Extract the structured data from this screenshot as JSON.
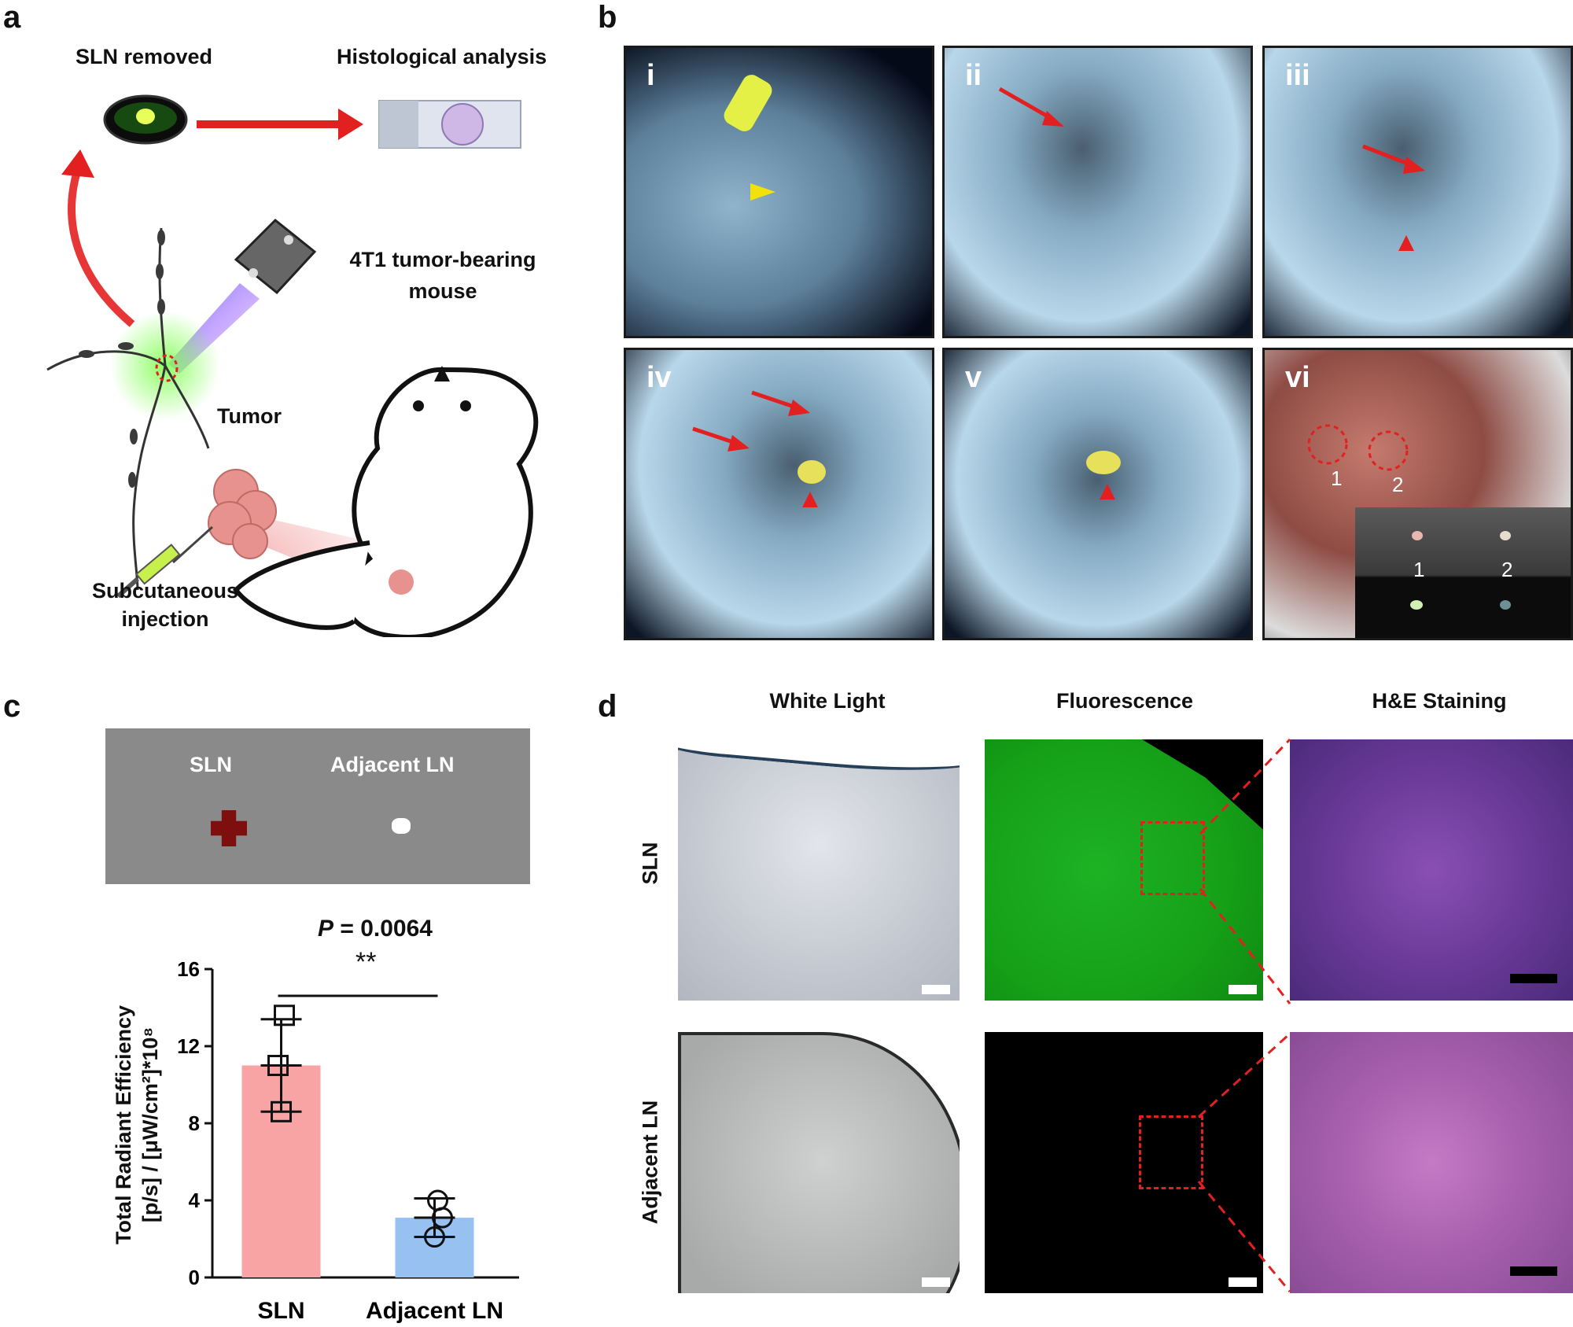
{
  "panels": {
    "a": {
      "label": "a",
      "sln_removed": "SLN  removed",
      "histological": "Histological analysis",
      "mouse_title_l1": "4T1 tumor-bearing",
      "mouse_title_l2": "mouse",
      "tumor": "Tumor",
      "injection_l1": "Subcutaneous",
      "injection_l2": "injection"
    },
    "b": {
      "label": "b",
      "subpanels": [
        "i",
        "ii",
        "iii",
        "iv",
        "v",
        "vi"
      ],
      "node_1": "1",
      "node_2": "2"
    },
    "c": {
      "label": "c",
      "image_labels": [
        "SLN",
        "Adjacent LN"
      ],
      "p_prefix": "P",
      "p_value": " = 0.0064",
      "significance": "**"
    },
    "d": {
      "label": "d",
      "columns": [
        "White Light",
        "Fluorescence",
        "H&E Staining"
      ],
      "rows": [
        "SLN",
        "Adjacent LN"
      ]
    }
  },
  "chart_data": {
    "type": "bar",
    "categories": [
      "SLN",
      "Adjacent LN"
    ],
    "values": [
      11.0,
      3.1
    ],
    "error": [
      [
        8.6,
        13.4
      ],
      [
        2.1,
        4.1
      ]
    ],
    "points": [
      [
        13.6,
        11.0,
        8.6
      ],
      [
        4.0,
        3.1,
        2.1
      ]
    ],
    "point_markers": [
      "square",
      "circle"
    ],
    "colors": [
      "#f8a4a4",
      "#97c1f0"
    ],
    "ylabel_line1": "Total Radiant Efficiency",
    "ylabel_line2": "[p/s] / [μW/cm²]*10⁸",
    "ylim": [
      0,
      16
    ],
    "yticks": [
      0,
      4,
      8,
      12,
      16
    ]
  }
}
